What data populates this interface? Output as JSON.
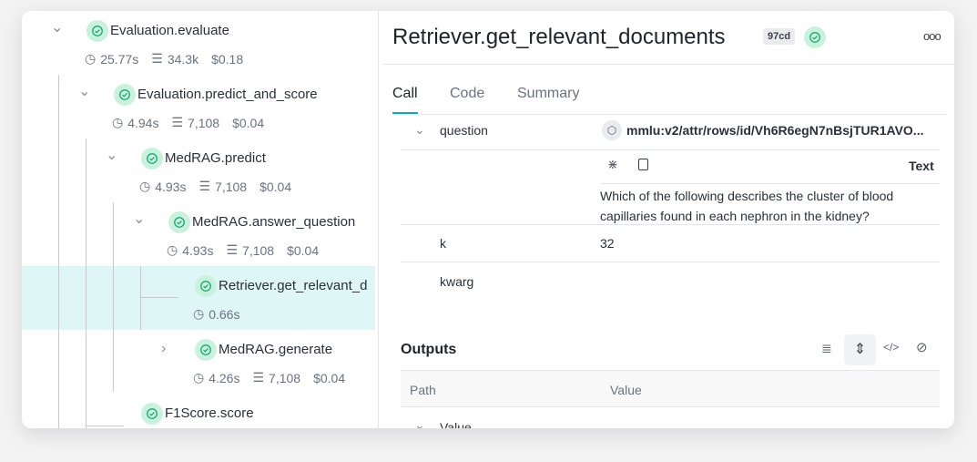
{
  "tree": [
    {
      "name": "Evaluation.evaluate",
      "duration": "25.77s",
      "tokens": "34.3k",
      "cost": "$0.18",
      "expanded": true
    },
    {
      "name": "Evaluation.predict_and_score",
      "duration": "4.94s",
      "tokens": "7,108",
      "cost": "$0.04",
      "expanded": true
    },
    {
      "name": "MedRAG.predict",
      "duration": "4.93s",
      "tokens": "7,108",
      "cost": "$0.04",
      "expanded": true
    },
    {
      "name": "MedRAG.answer_question",
      "duration": "4.93s",
      "tokens": "7,108",
      "cost": "$0.04",
      "expanded": true
    },
    {
      "name": "Retriever.get_relevant_d",
      "duration": "0.66s",
      "selected": true
    },
    {
      "name": "MedRAG.generate",
      "duration": "4.26s",
      "tokens": "7,108",
      "cost": "$0.04",
      "expanded": false
    },
    {
      "name": "F1Score.score"
    }
  ],
  "detail": {
    "title": "Retriever.get_relevant_documents",
    "badge": "97cd",
    "status": "success",
    "tabs": [
      "Call",
      "Code",
      "Summary"
    ],
    "active_tab": "Call",
    "inputs": {
      "question": {
        "key": "question",
        "ref": "mmlu:v2/attr/rows/id/Vh6R6egN7nBsjTUR1AVO...",
        "type_label": "Text",
        "text": "Which of the following describes the cluster of blood capillaries found in each nephron in the kidney?"
      },
      "k": {
        "key": "k",
        "value": "32"
      },
      "kwarg": {
        "key": "kwarg"
      }
    },
    "outputs": {
      "title": "Outputs",
      "col_path": "Path",
      "col_value": "Value",
      "row": "Value"
    }
  },
  "colors": {
    "accent": "#13a9ba",
    "success_bg": "#c9f2de",
    "success": "#12a36a",
    "selected_row": "#dff6f7"
  }
}
